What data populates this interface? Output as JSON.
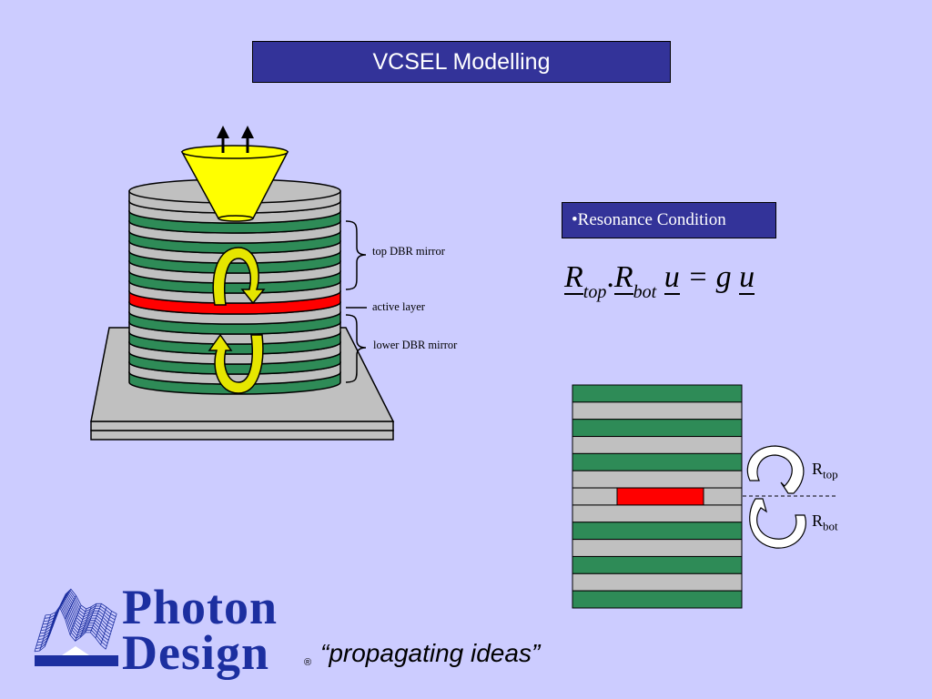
{
  "slide": {
    "title": "VCSEL Modelling",
    "resonance_heading": "•Resonance Condition",
    "labels": {
      "top_dbr": "top DBR mirror",
      "active": "active layer",
      "lower_dbr": "lower DBR mirror"
    },
    "equation": {
      "r1": "R",
      "r1_sub": "top",
      "dot": ".",
      "r2": "R",
      "r2_sub": "bot",
      "u1": "u",
      "equals_g": " = g ",
      "u2": "u"
    },
    "reflectors": {
      "top_main": "R",
      "top_sub": "top",
      "bot_main": "R",
      "bot_sub": "bot"
    },
    "logo": {
      "line1": "Photon",
      "line2": "Design",
      "reg_mark": "®"
    },
    "tagline": "“propagating ideas”"
  },
  "colors": {
    "background": "#ccccff",
    "title_fill": "#333399",
    "dbr_green": "#2e8b57",
    "dbr_gray": "#c0c0c0",
    "active_red": "#ff0000",
    "arrow_yellow": "#e6e600",
    "lens_yellow": "#ffff00",
    "logo_blue": "#1c2fa0"
  }
}
